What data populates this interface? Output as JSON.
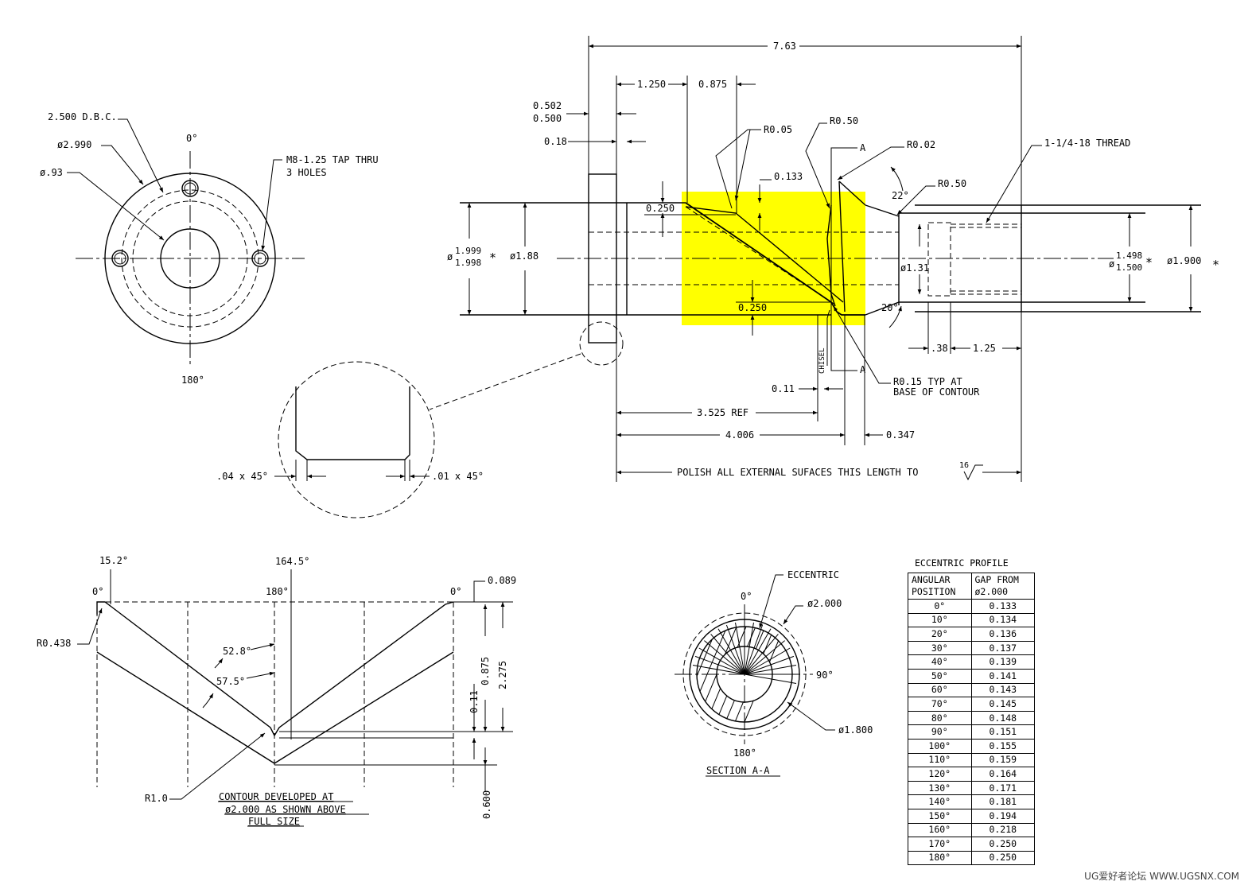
{
  "views": {
    "front": {
      "bolt_circle": "2.500 D.B.C.",
      "outer_dia": "ø2.990",
      "bore_dia": "ø.93",
      "angle_top": "0°",
      "angle_bottom": "180°",
      "tap_note_1": "M8-1.25 TAP THRU",
      "tap_note_2": "3 HOLES"
    },
    "detail": {
      "chamfer_left": ".04 x 45°",
      "chamfer_right": ".01 x 45°"
    },
    "side": {
      "overall": "7.63",
      "d_1250": "1.250",
      "d_0875": "0.875",
      "d_0502": "0.502",
      "d_0500": "0.500",
      "d_018": "0.18",
      "r005": "R0.05",
      "r050a": "R0.50",
      "r002": "R0.02",
      "r050b": "R0.50",
      "section_a": "A",
      "thread": "1-1/4-18 THREAD",
      "d_0133": "0.133",
      "ang_22": "22°",
      "d_0250a": "0.250",
      "d_0250b": "0.250",
      "ang_20": "20°",
      "dia_1999": "1.999",
      "dia_1998": "1.998",
      "dia_prefix": "ø",
      "asterisk": "*",
      "dia_188": "ø1.88",
      "dia_131": "ø1.31",
      "dia_1498": "1.498",
      "dia_1500": "1.500",
      "dia_1900": "ø1.900",
      "d_038": ".38",
      "d_125": "1.25",
      "chisel": "CHISEL",
      "d_011": "0.11",
      "r015_1": "R0.15 TYP AT",
      "r015_2": "BASE OF CONTOUR",
      "d_3525": "3.525 REF",
      "d_4006": "4.006",
      "d_0347": "0.347",
      "polish": "POLISH ALL EXTERNAL SUFACES THIS LENGTH TO",
      "finish": "16"
    },
    "developed": {
      "ang_152": "15.2°",
      "ang_1645": "164.5°",
      "ang_0a": "0°",
      "ang_180": "180°",
      "ang_0b": "0°",
      "d_0089": "0.089",
      "r0438": "R0.438",
      "ang_528": "52.8°",
      "ang_575": "57.5°",
      "d_0875": "0.875",
      "d_2275": "2.275",
      "d_011": "0.11",
      "d_0600": "0.600",
      "r10": "R1.0",
      "caption_1": "CONTOUR DEVELOPED AT",
      "caption_2": "ø2.000 AS SHOWN ABOVE",
      "caption_3": "FULL SIZE"
    },
    "section": {
      "eccentric": "ECCENTRIC",
      "dia_2000": "ø2.000",
      "ang_0": "0°",
      "ang_90": "90°",
      "dia_1800": "ø1.800",
      "ang_180": "180°",
      "label": "SECTION A-A"
    }
  },
  "highlight_color": "#ffff00",
  "table": {
    "title": "ECCENTRIC PROFILE",
    "col1_line1": "ANGULAR",
    "col1_line2": "POSITION",
    "col2_line1": "GAP FROM",
    "col2_line2": "ø2.000",
    "rows": [
      [
        "0°",
        "0.133"
      ],
      [
        "10°",
        "0.134"
      ],
      [
        "20°",
        "0.136"
      ],
      [
        "30°",
        "0.137"
      ],
      [
        "40°",
        "0.139"
      ],
      [
        "50°",
        "0.141"
      ],
      [
        "60°",
        "0.143"
      ],
      [
        "70°",
        "0.145"
      ],
      [
        "80°",
        "0.148"
      ],
      [
        "90°",
        "0.151"
      ],
      [
        "100°",
        "0.155"
      ],
      [
        "110°",
        "0.159"
      ],
      [
        "120°",
        "0.164"
      ],
      [
        "130°",
        "0.171"
      ],
      [
        "140°",
        "0.181"
      ],
      [
        "150°",
        "0.194"
      ],
      [
        "160°",
        "0.218"
      ],
      [
        "170°",
        "0.250"
      ],
      [
        "180°",
        "0.250"
      ]
    ]
  },
  "watermark": "UG爱好者论坛 WWW.UGSNX.COM"
}
